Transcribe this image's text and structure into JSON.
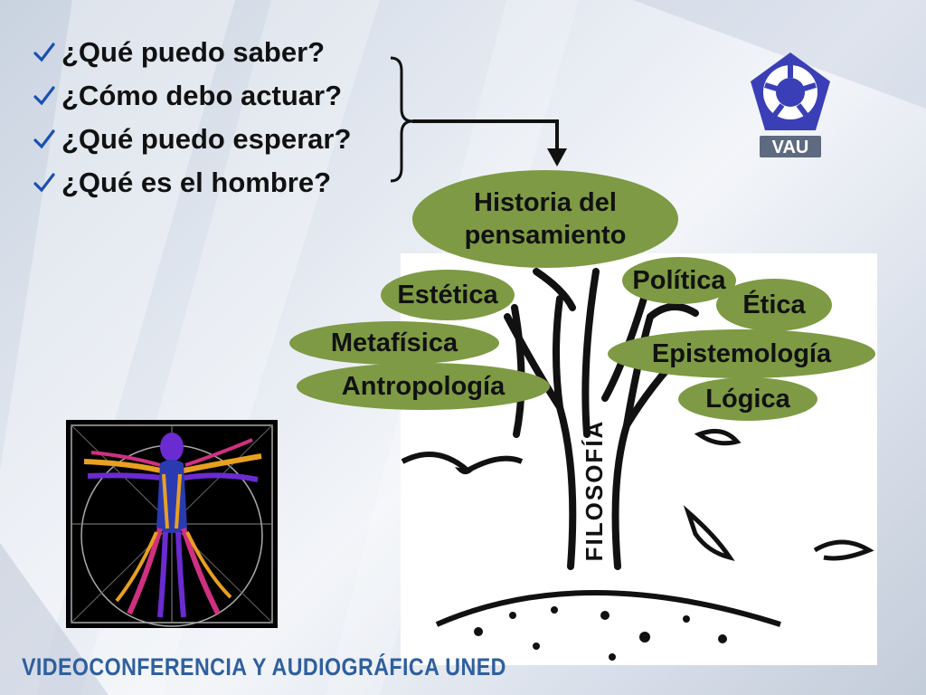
{
  "questions": [
    {
      "text": "¿Qué puedo saber?"
    },
    {
      "text": "¿Cómo debo actuar?"
    },
    {
      "text": "¿Qué puedo esperar?"
    },
    {
      "text": "¿Qué es el hombre?"
    }
  ],
  "logo": {
    "text": "VAU",
    "icon": "uned-pentagon-logo"
  },
  "tree": {
    "trunk_label": "FILOSOFÍA",
    "branches": {
      "historia": "Historia del pensamiento",
      "estetica": "Estética",
      "politica": "Política",
      "etica": "Ética",
      "metafisica": "Metafísica",
      "epistemologia": "Epistemología",
      "antropologia": "Antropología",
      "logica": "Lógica"
    }
  },
  "footer": {
    "text": "VIDEOCONFERENCIA Y AUDIOGRÁFICA UNED"
  },
  "colors": {
    "branch_fill": "#7e9a44",
    "check": "#1a4fb3",
    "footer": "#2f5f9e"
  }
}
